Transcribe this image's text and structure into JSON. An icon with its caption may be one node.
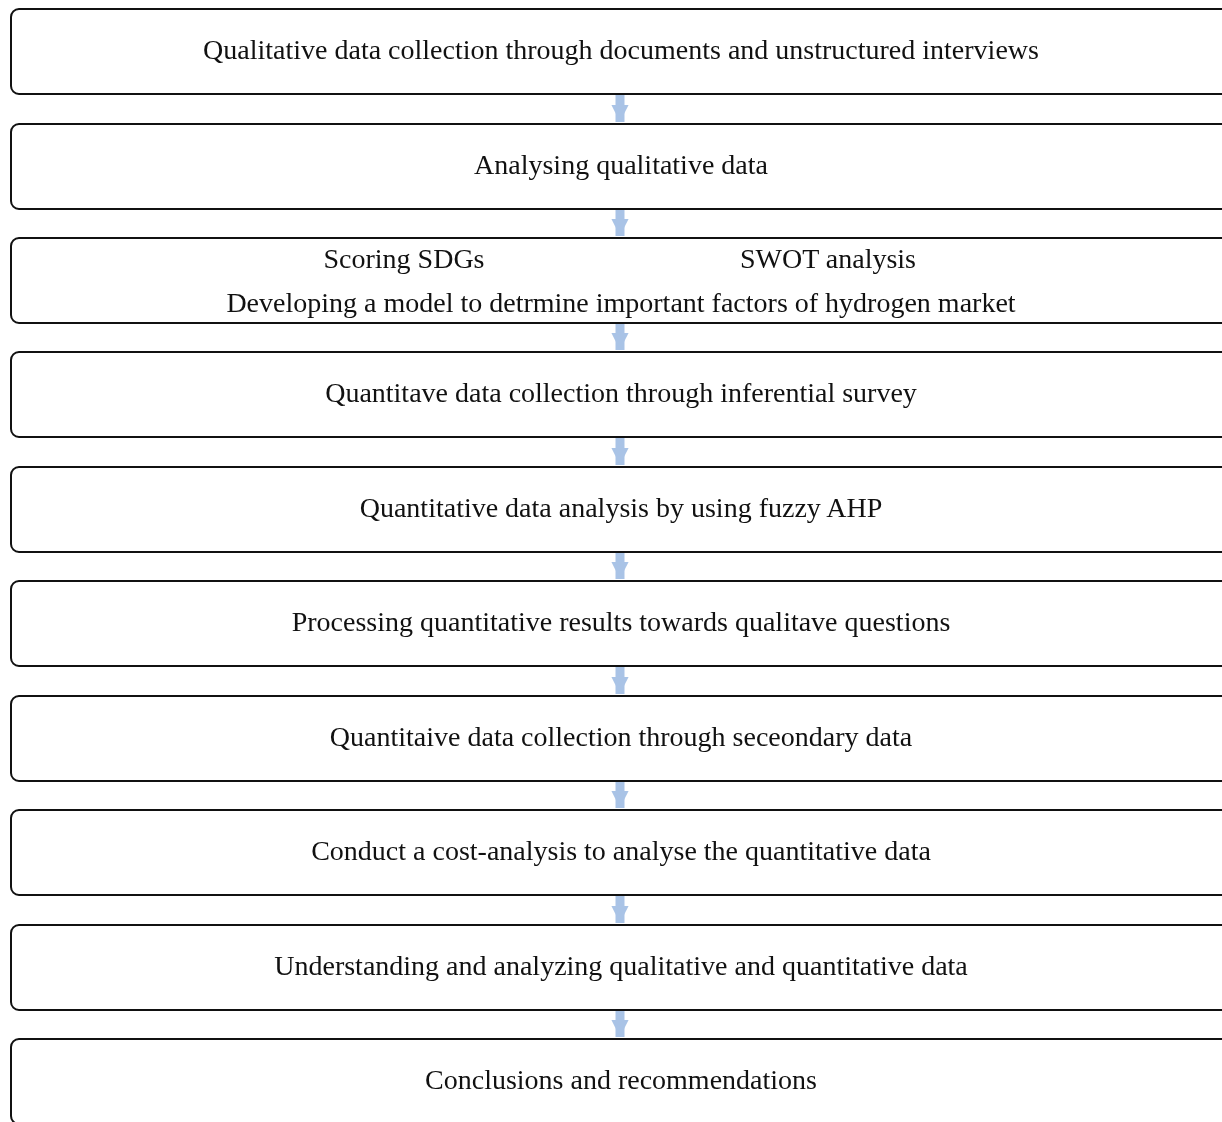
{
  "diagram": {
    "nodes": [
      {
        "text": [
          "Qualitative data collection through documents and unstructured interviews"
        ]
      },
      {
        "text": [
          "Analysing qualitative data"
        ]
      },
      {
        "text": [
          "Scoring SDGs",
          "SWOT analysis",
          "Developing a model to detrmine important factors of hydrogen market"
        ]
      },
      {
        "text": [
          "Quantitave data collection through inferential survey"
        ]
      },
      {
        "text": [
          "Quantitative data analysis by using fuzzy AHP"
        ]
      },
      {
        "text": [
          "Processing quantitative results towards qualitave questions"
        ]
      },
      {
        "text": [
          "Quantitaive data collection through seceondary data"
        ]
      },
      {
        "text": [
          "Conduct a cost-analysis to analyse the quantitative data"
        ]
      },
      {
        "text": [
          "Understanding and analyzing qualitative and quantitative data"
        ]
      },
      {
        "text": [
          "Conclusions and recommendations"
        ]
      }
    ],
    "edges": [
      {
        "from": 0,
        "to": 1,
        "arrow": "to"
      },
      {
        "from": 1,
        "to": 2,
        "arrow": "to"
      },
      {
        "from": 2,
        "to": 3,
        "arrow": "to"
      },
      {
        "from": 3,
        "to": 4,
        "arrow": "to"
      },
      {
        "from": 4,
        "to": 5,
        "arrow": "to"
      },
      {
        "from": 5,
        "to": 6,
        "arrow": "to"
      },
      {
        "from": 6,
        "to": 7,
        "arrow": "to"
      },
      {
        "from": 7,
        "to": 8,
        "arrow": "to"
      },
      {
        "from": 8,
        "to": 9,
        "arrow": "to"
      }
    ]
  }
}
